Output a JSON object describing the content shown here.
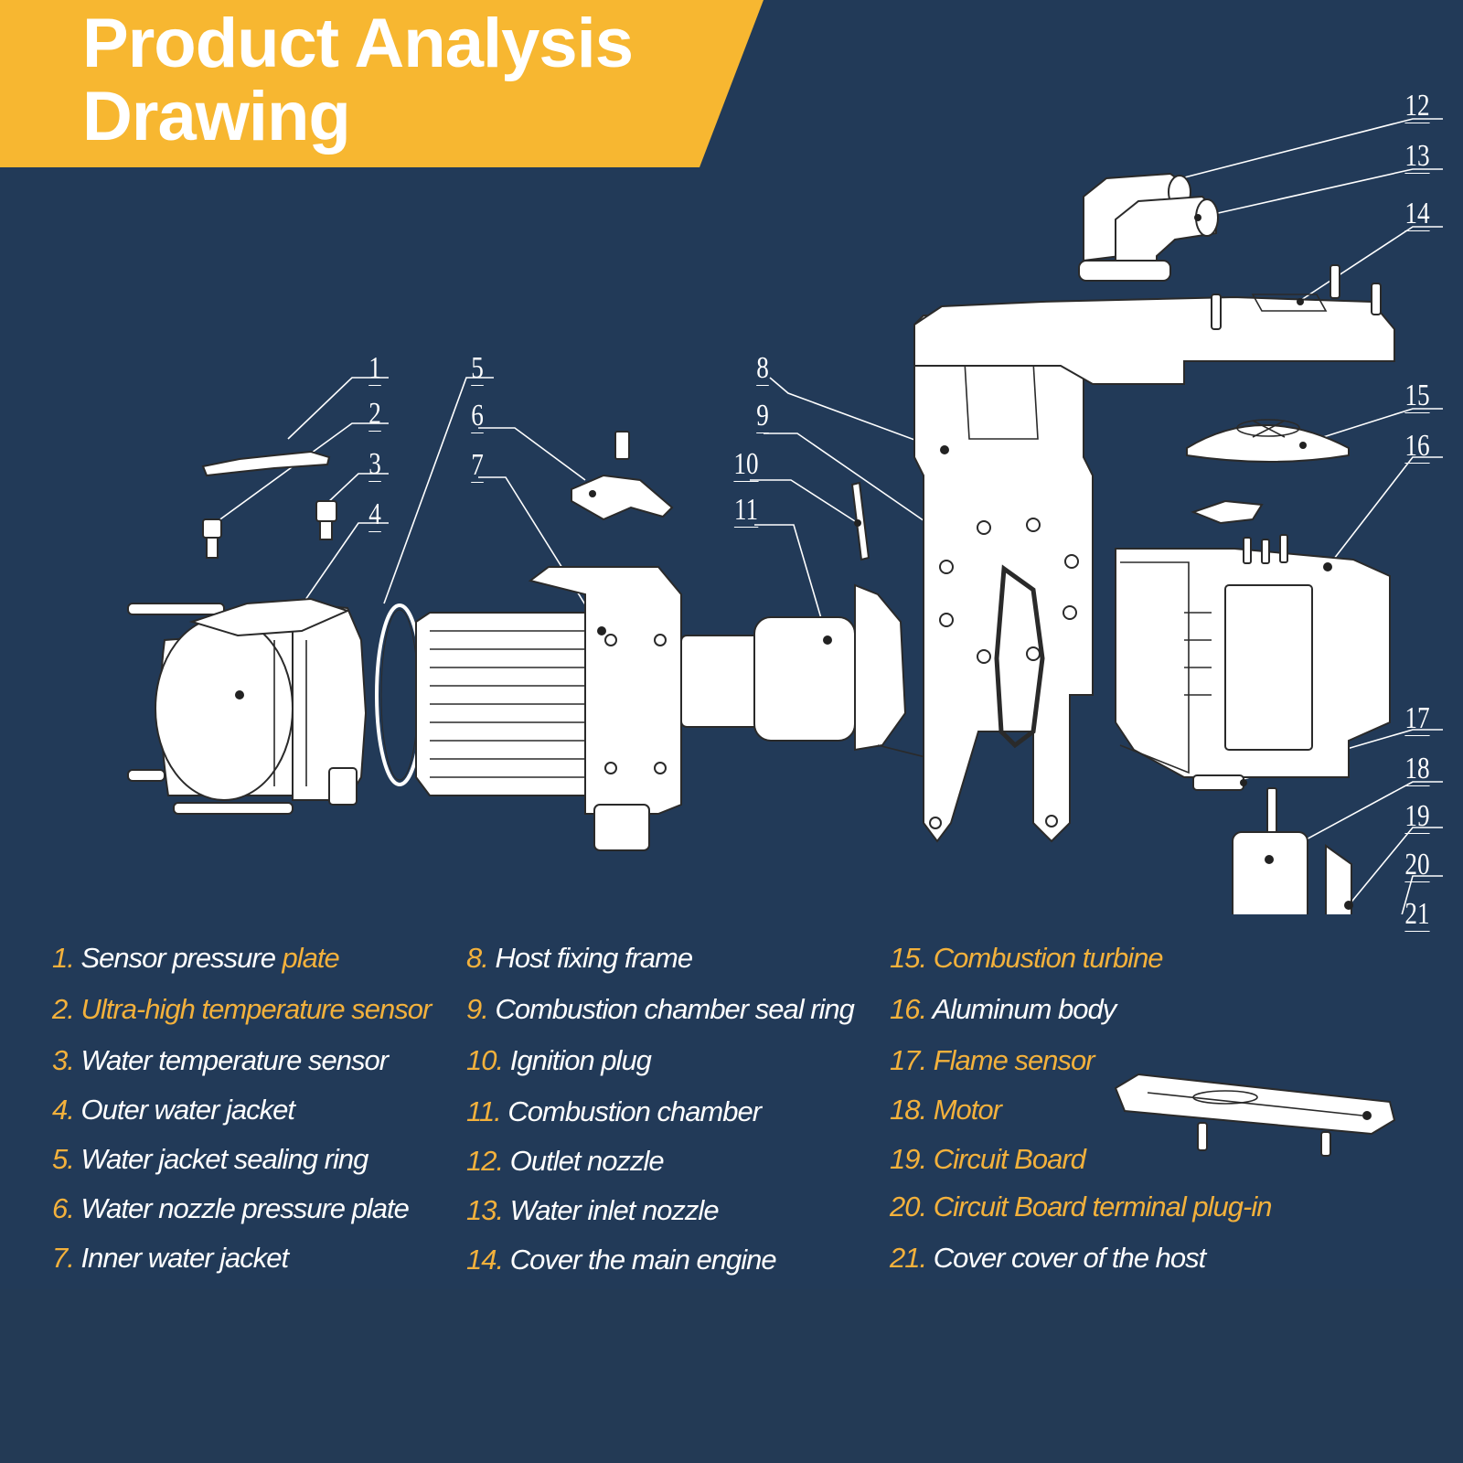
{
  "title": {
    "line1": "Product Analysis",
    "line2": "Drawing"
  },
  "callouts": [
    "1",
    "2",
    "3",
    "4",
    "5",
    "6",
    "7",
    "8",
    "9",
    "10",
    "11",
    "12",
    "13",
    "14",
    "15",
    "16",
    "17",
    "18",
    "19",
    "20",
    "21"
  ],
  "legend": [
    [
      {
        "n": "1.",
        "t": "Sensor pressure ",
        "t2": "plate",
        "gold": false
      },
      {
        "n": "2.",
        "t": "Ultra-high temperature sensor",
        "gold": true
      },
      {
        "n": "3.",
        "t": "Water temperature sensor",
        "gold": false
      },
      {
        "n": "4.",
        "t": "Outer water jacket",
        "gold": false
      },
      {
        "n": "5.",
        "t": "Water jacket sealing ring",
        "gold": false
      },
      {
        "n": "6.",
        "t": "Water nozzle pressure plate",
        "gold": false
      },
      {
        "n": "7.",
        "t": "Inner water jacket",
        "gold": false
      }
    ],
    [
      {
        "n": "8.",
        "t": "Host fixing frame",
        "gold": false
      },
      {
        "n": "9.",
        "t": "Combustion chamber seal ring",
        "gold": false
      },
      {
        "n": "10.",
        "t": "Ignition plug",
        "gold": false
      },
      {
        "n": "11.",
        "t": "Combustion chamber",
        "gold": false
      },
      {
        "n": "12.",
        "t": "Outlet nozzle",
        "gold": false
      },
      {
        "n": "13.",
        "t": "Water inlet nozzle",
        "gold": false
      },
      {
        "n": "14.",
        "t": "Cover the main engine",
        "gold": false
      }
    ],
    [
      {
        "n": "15.",
        "t": "Combustion turbine",
        "gold": true
      },
      {
        "n": "16.",
        "t": "Aluminum body",
        "gold": false
      },
      {
        "n": "17.",
        "t": "Flame sensor",
        "gold": true
      },
      {
        "n": "18.",
        "t": "Motor",
        "gold": true
      },
      {
        "n": "19.",
        "t": "Circuit Board",
        "gold": true
      },
      {
        "n": "20.",
        "t": "Circuit Board terminal plug-in",
        "gold": true
      },
      {
        "n": "21.",
        "t": "Cover cover of the host",
        "gold": false
      }
    ]
  ],
  "colors": {
    "background": "#223a58",
    "banner": "#f7b731",
    "accent": "#f3b13c",
    "text": "#ffffff"
  }
}
